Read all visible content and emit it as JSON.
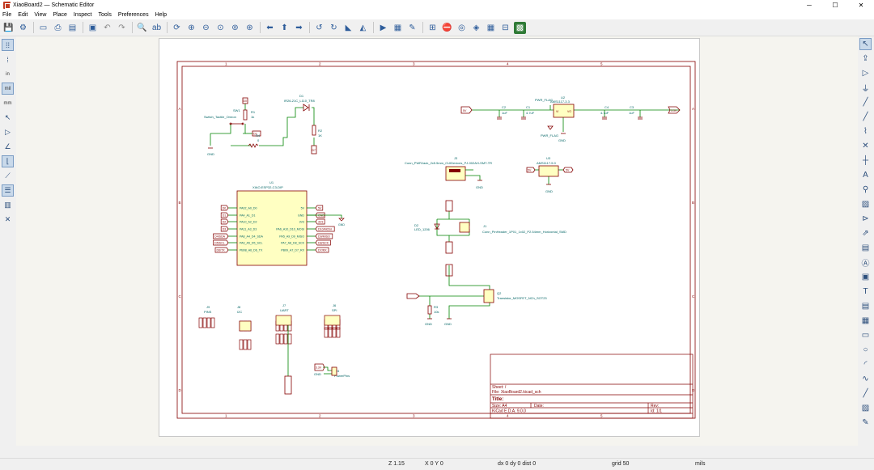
{
  "window": {
    "title": "XiaoBoard2 — Schematic Editor",
    "buttons": {
      "minimize": "─",
      "maximize": "☐",
      "close": "✕"
    }
  },
  "menu": [
    "File",
    "Edit",
    "View",
    "Place",
    "Inspect",
    "Tools",
    "Preferences",
    "Help"
  ],
  "left_toolbar": {
    "units": [
      "in",
      "mil",
      "mm"
    ]
  },
  "status": {
    "zoom": "Z 1.15",
    "xy": "X 0 Y 0",
    "delta": "dx 0 dy 0 dist 0",
    "grid": "grid 50",
    "units": "mils"
  },
  "frame": {
    "cols": [
      "1",
      "2",
      "3",
      "4",
      "5"
    ],
    "rows": [
      "A",
      "B",
      "C",
      "D"
    ]
  },
  "title_block": {
    "sheet": "Sheet: /",
    "file": "File: XiaoBoard2.kicad_sch",
    "title": "Title:",
    "size": "Size: A4",
    "date": "Date:",
    "rev": "Rev:",
    "tool": "KiCad E.D.A. 9.0.0",
    "id": "Id: 1/1"
  },
  "schematic": {
    "sw1": {
      "ref": "SW1",
      "value": "Switch_Tactile_Omron"
    },
    "r1": {
      "ref": "R1",
      "value": "1k"
    },
    "r2": {
      "ref": "R2",
      "value": "1K"
    },
    "r4": {
      "ref": "R4",
      "value": "0"
    },
    "d1": {
      "ref": "D1",
      "value": "IR26-21C_L110_TR8"
    },
    "d0_label": "D0",
    "d3_label": "D3",
    "d7_label": "D7",
    "gnd": "GND",
    "u1": {
      "ref": "U1",
      "value": "XIAO-ESP32-C3-DIP",
      "left_pins": [
        "PA02_A0_D0",
        "PA4_A1_D1",
        "PA10_A2_D2",
        "PA11_A3_D3",
        "PA8_A4_D4_SDA",
        "PA9_A5_D5_SCL",
        "PB08_A6_D6_TX"
      ],
      "right_pins": [
        "5V",
        "GND",
        "3V3",
        "PA6_A10_D10_MOSI",
        "PA5_A9_D9_MISO",
        "PA7_A8_D8_SCK",
        "PB09_A7_D7_RX"
      ],
      "left_labels": [
        "D0",
        "D1",
        "D2",
        "D3",
        "D4/SDA",
        "D5/SCL",
        "D6/TX"
      ],
      "right_labels": [
        "5V",
        "GND",
        "3V3",
        "D10/MOSI",
        "D9/MISO",
        "D8/SCK",
        "D7/RX"
      ]
    },
    "u2": {
      "ref": "U2",
      "value": "AMS1117-3.3",
      "pwr_flag": "PWR_FLAG",
      "vi": "VI",
      "vo": "VO"
    },
    "u3": {
      "ref": "U3",
      "value": "AMS1117-5.0"
    },
    "c2": {
      "ref": "C2",
      "value": "1uF"
    },
    "c1": {
      "ref": "C1",
      "value": "4.7uF"
    },
    "c4": {
      "ref": "C4",
      "value": "4.7uF"
    },
    "c3": {
      "ref": "C3",
      "value": "1uF"
    },
    "v5": "5V",
    "v33": "3.3V",
    "j3": {
      "ref": "J3",
      "value": "Conn_PWRJack_2x5.5mm_CUIDevices_PJ-002AH-SMT-TR"
    },
    "j1": {
      "ref": "J1",
      "value": "Conn_PinHeader_1P01_1x02_P2.54mm_Horizontal_SMD"
    },
    "d2": {
      "ref": "D2",
      "value": "LED_1206"
    },
    "q2": {
      "ref": "Q2",
      "value": "Transistor_MOSFET_NCh_SOT23"
    },
    "r3": {
      "ref": "R3",
      "value": "10k"
    },
    "j9": {
      "ref": "J9",
      "value": "PINS"
    },
    "j8": {
      "ref": "J8",
      "value": "I2C"
    },
    "j7": {
      "ref": "J7",
      "value": "UART"
    },
    "j6": {
      "ref": "J6",
      "value": "SPI"
    },
    "j4": {
      "ref": "J4",
      "value": "PowerPins"
    },
    "v33_label": "3.3V",
    "net_pins": "PINS",
    "colors": {
      "wire": "#008400",
      "component": "#840000",
      "label": "#840000",
      "border": "#840000",
      "ref": "#006464",
      "background": "#ffffff",
      "body_fill": "#ffffc2"
    }
  }
}
